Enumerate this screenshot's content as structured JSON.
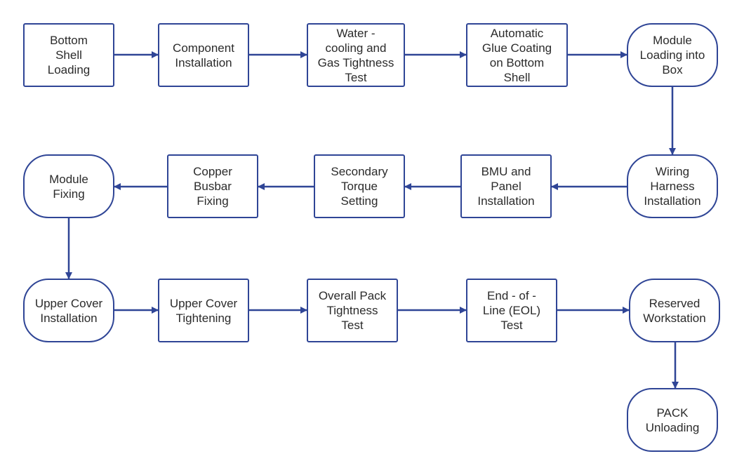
{
  "diagram": {
    "stroke_color": "#2f4596",
    "text_color": "#2b2b2b",
    "nodes": [
      {
        "id": "n1",
        "label": "Bottom\nShell\nLoading",
        "shape": "rectangle"
      },
      {
        "id": "n2",
        "label": "Component\nInstallation",
        "shape": "rectangle"
      },
      {
        "id": "n3",
        "label": "Water -\ncooling and\nGas Tightness\nTest",
        "shape": "rectangle"
      },
      {
        "id": "n4",
        "label": "Automatic\nGlue Coating\non Bottom\nShell",
        "shape": "rectangle"
      },
      {
        "id": "n5",
        "label": "Module\nLoading into\nBox",
        "shape": "rounded"
      },
      {
        "id": "n6",
        "label": "Wiring\nHarness\nInstallation",
        "shape": "rounded"
      },
      {
        "id": "n7",
        "label": "BMU and\nPanel\nInstallation",
        "shape": "rectangle"
      },
      {
        "id": "n8",
        "label": "Secondary\nTorque\nSetting",
        "shape": "rectangle"
      },
      {
        "id": "n9",
        "label": "Copper\nBusbar\nFixing",
        "shape": "rectangle"
      },
      {
        "id": "n10",
        "label": "Module\nFixing",
        "shape": "rounded"
      },
      {
        "id": "n11",
        "label": "Upper Cover\nInstallation",
        "shape": "rounded"
      },
      {
        "id": "n12",
        "label": "Upper Cover\nTightening",
        "shape": "rectangle"
      },
      {
        "id": "n13",
        "label": "Overall Pack\nTightness\nTest",
        "shape": "rectangle"
      },
      {
        "id": "n14",
        "label": "End - of -\nLine (EOL)\nTest",
        "shape": "rectangle"
      },
      {
        "id": "n15",
        "label": "Reserved\nWorkstation",
        "shape": "rounded"
      },
      {
        "id": "n16",
        "label": "PACK\nUnloading",
        "shape": "rounded"
      }
    ],
    "edges": [
      {
        "from": "n1",
        "to": "n2"
      },
      {
        "from": "n2",
        "to": "n3"
      },
      {
        "from": "n3",
        "to": "n4"
      },
      {
        "from": "n4",
        "to": "n5"
      },
      {
        "from": "n5",
        "to": "n6"
      },
      {
        "from": "n6",
        "to": "n7"
      },
      {
        "from": "n7",
        "to": "n8"
      },
      {
        "from": "n8",
        "to": "n9"
      },
      {
        "from": "n9",
        "to": "n10"
      },
      {
        "from": "n10",
        "to": "n11"
      },
      {
        "from": "n11",
        "to": "n12"
      },
      {
        "from": "n12",
        "to": "n13"
      },
      {
        "from": "n13",
        "to": "n14"
      },
      {
        "from": "n14",
        "to": "n15"
      },
      {
        "from": "n15",
        "to": "n16"
      }
    ]
  }
}
